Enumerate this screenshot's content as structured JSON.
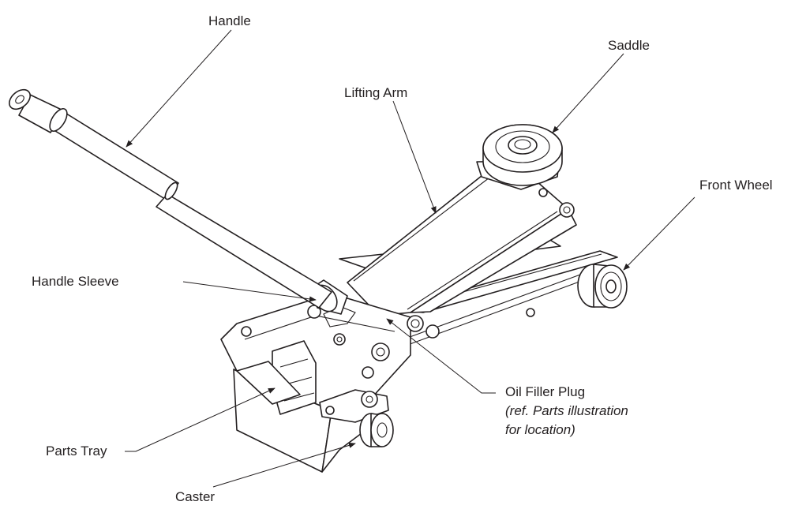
{
  "diagram": {
    "colors": {
      "ink": "#231f20",
      "paper": "#ffffff"
    },
    "labels": {
      "handle": "Handle",
      "saddle": "Saddle",
      "lifting_arm": "Lifting Arm",
      "front_wheel": "Front Wheel",
      "handle_sleeve": "Handle Sleeve",
      "oil_filler_plug": "Oil Filler Plug",
      "oil_filler_note_line1": "(ref. Parts illustration",
      "oil_filler_note_line2": "for location)",
      "parts_tray": "Parts Tray",
      "caster": "Caster"
    }
  }
}
